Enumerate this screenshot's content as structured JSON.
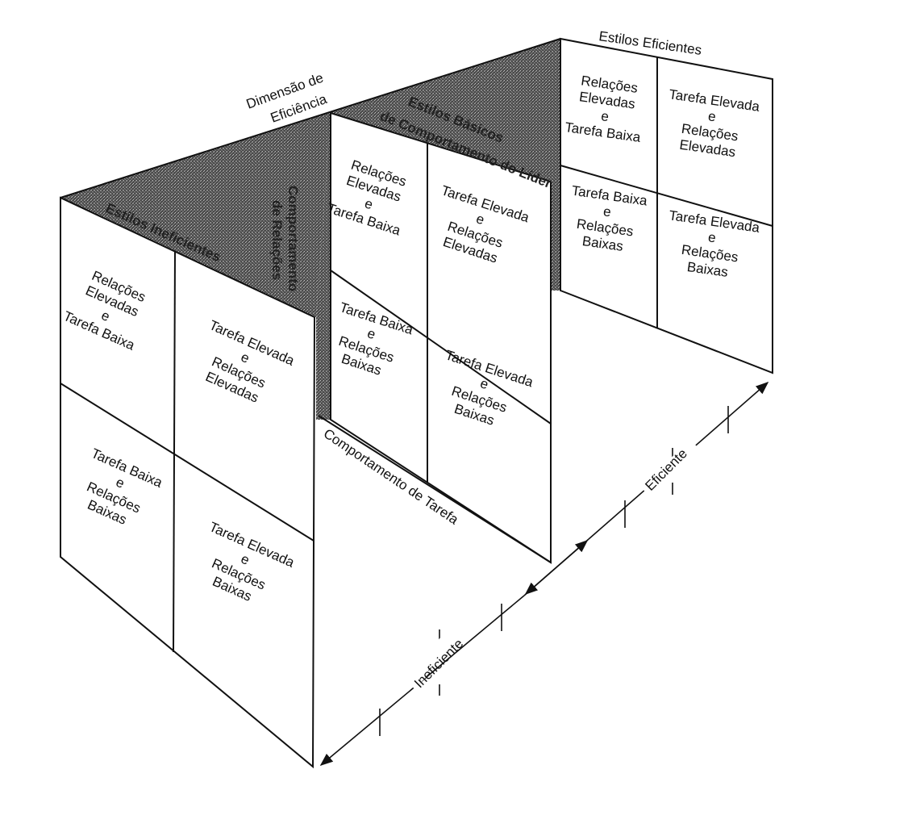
{
  "labels": {
    "efficiency_dimension": [
      "Dimensão de",
      "Eficiência"
    ],
    "efficient_styles": "Estilos Eficientes",
    "ineffective_styles": "Estilos Ineficientes",
    "basic_styles": [
      "Estilos Básicos",
      "de Comportamento do Líder"
    ],
    "relationship_behavior": [
      "Comportamento",
      "de Relações"
    ],
    "task_behavior": "Comportamento de Tarefa",
    "ineffective": "Ineficiente",
    "effective": "Eficiente"
  },
  "quadrants": {
    "q1": [
      "Relações",
      "Elevadas",
      "e",
      "Tarefa Baixa"
    ],
    "q2": [
      "Tarefa Elevada",
      "e",
      "Relações",
      "Elevadas"
    ],
    "q3": [
      "Tarefa Baixa",
      "e",
      "Relações",
      "Baixas"
    ],
    "q4": [
      "Tarefa Elevada",
      "e",
      "Relações",
      "Baixas"
    ]
  },
  "colors": {
    "line": "#111111",
    "shade": "#5a5a5a"
  }
}
